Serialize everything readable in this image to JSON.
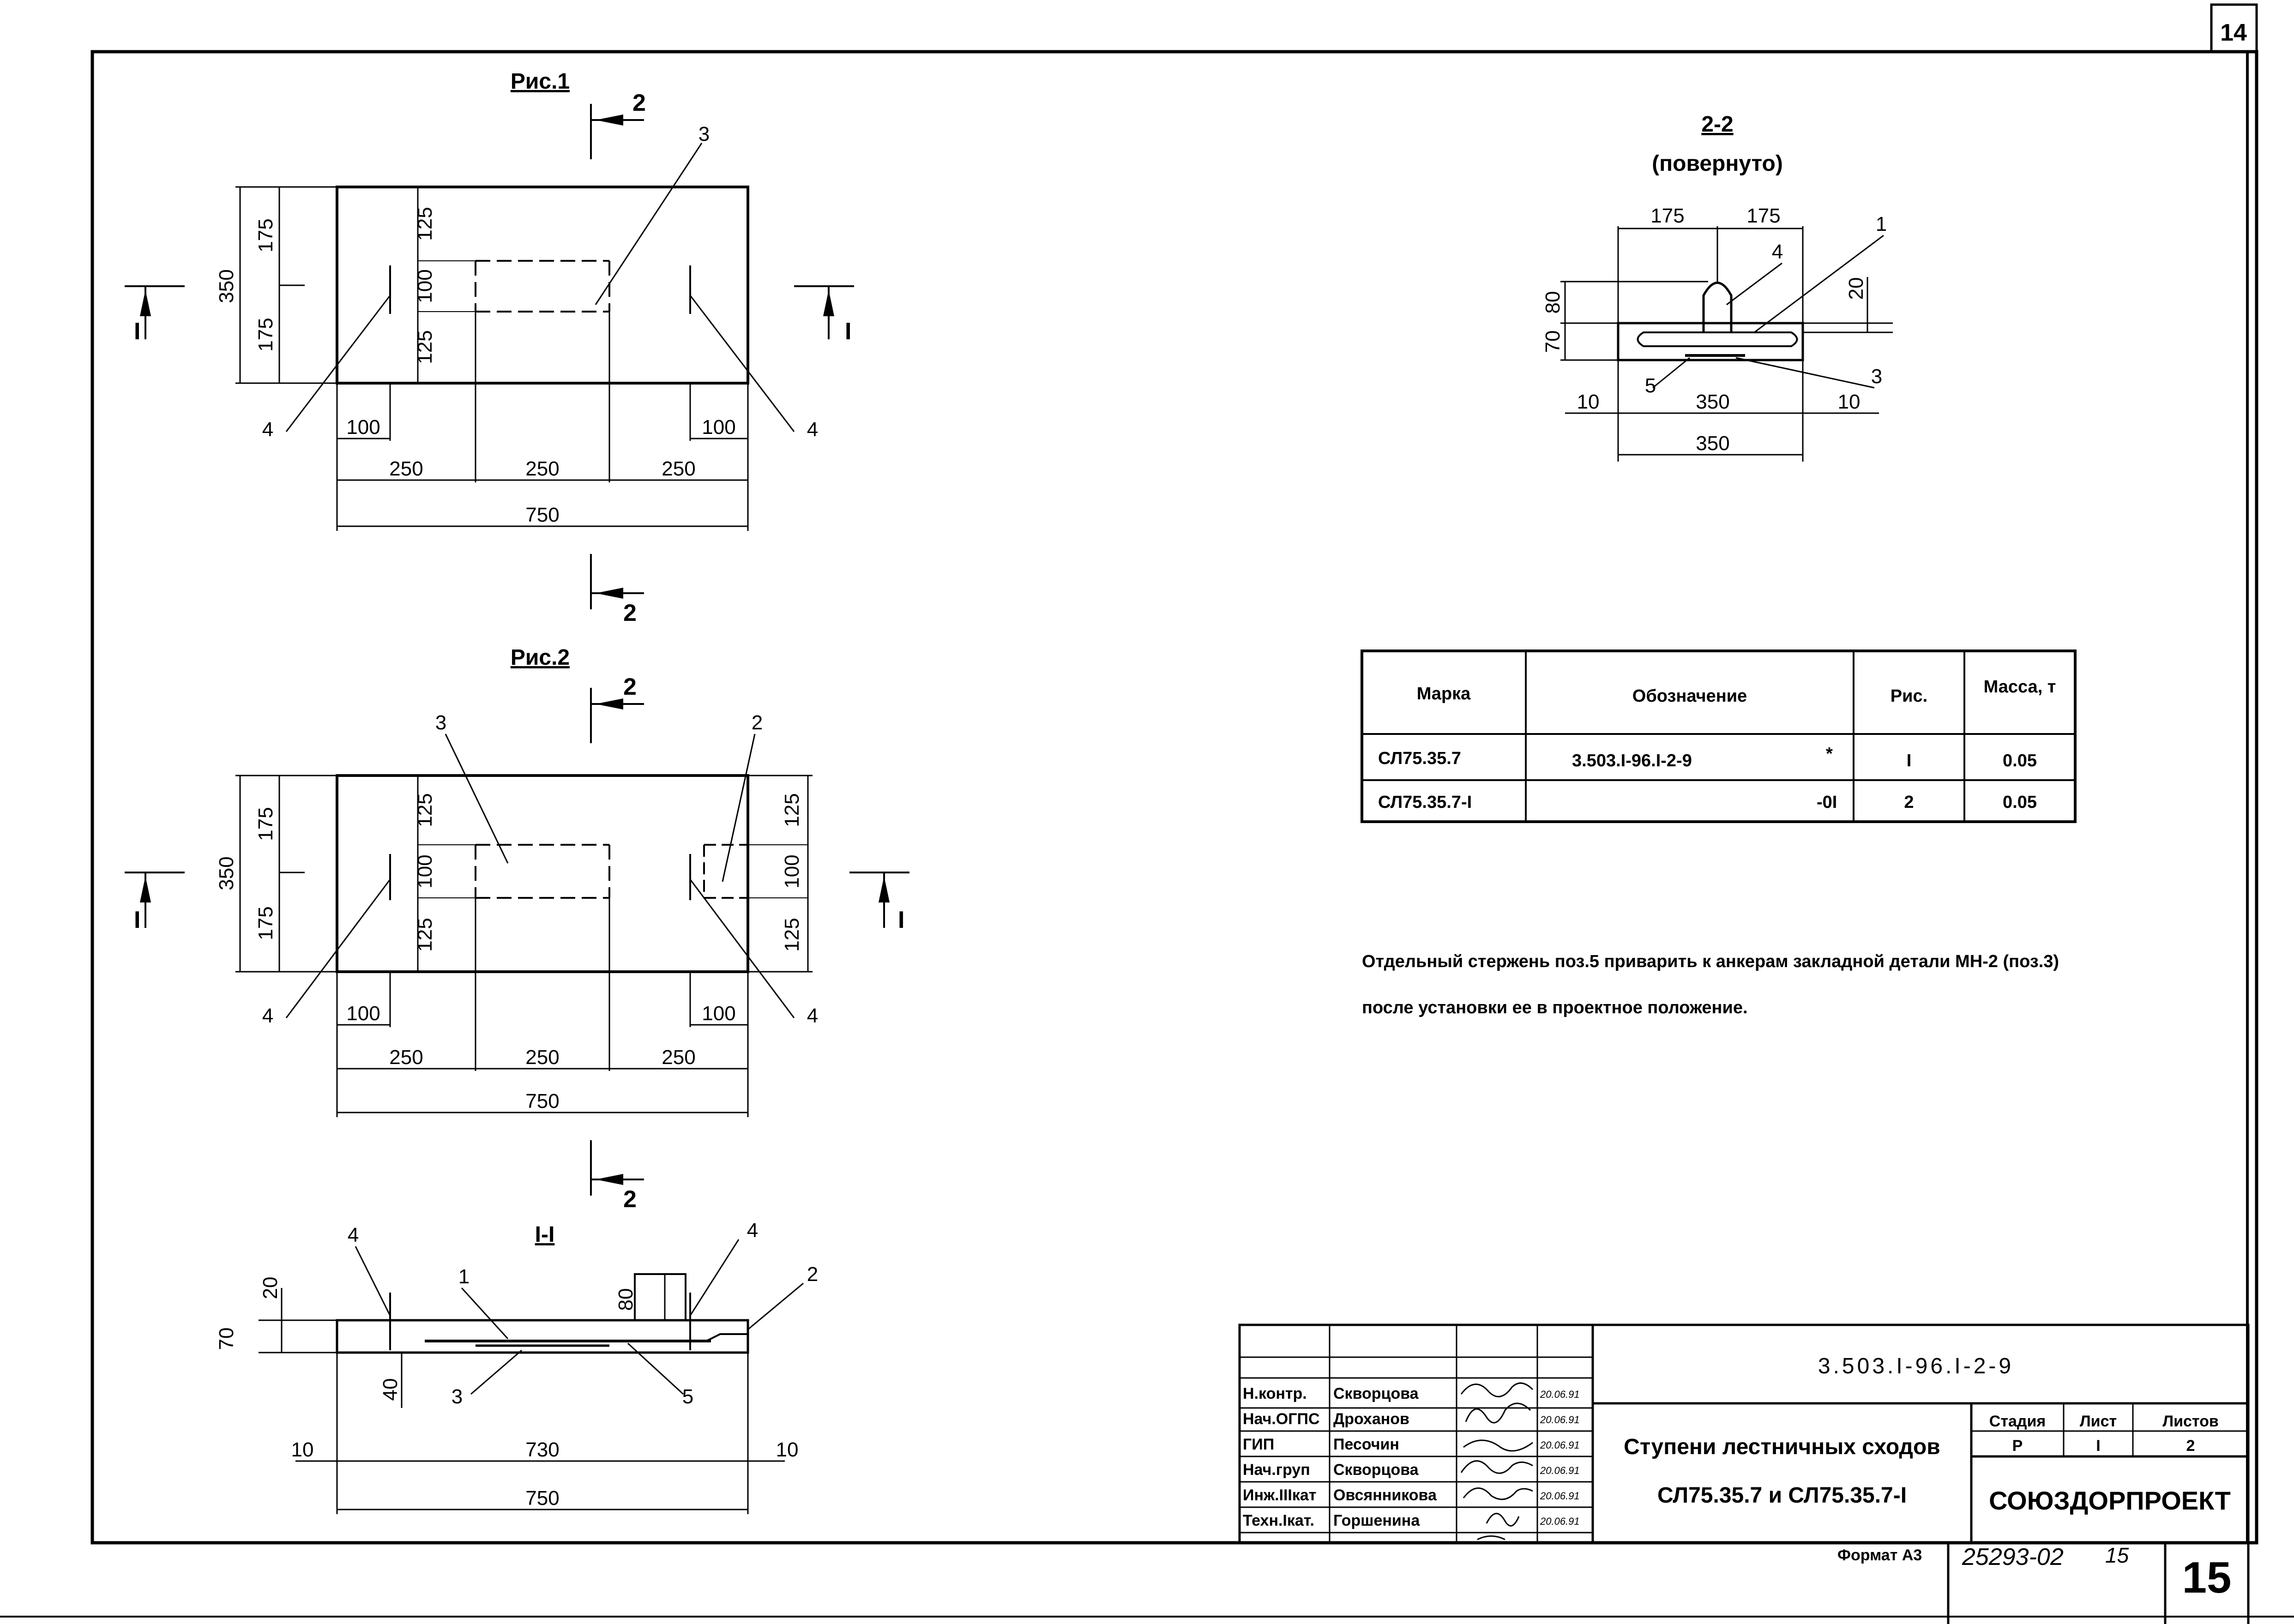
{
  "sheet": {
    "top_page_number": "14",
    "bottom_page_number": "15",
    "format_label": "Формат А3",
    "inventory_number": "25293-02",
    "inventory_sheet": "15"
  },
  "fig1": {
    "title": "Рис.1",
    "section_mark": "2",
    "side_mark": "I",
    "dims": {
      "h_total": "350",
      "h_top": "175",
      "h_bottom": "175",
      "v_a": "125",
      "v_b": "100",
      "v_c": "125",
      "left_offset": "100",
      "right_offset": "100",
      "seg1": "250",
      "seg2": "250",
      "seg3": "250",
      "total": "750"
    },
    "callouts": {
      "embedded": "3",
      "left_loop": "4",
      "right_loop": "4"
    }
  },
  "fig2": {
    "title": "Рис.2",
    "section_mark": "2",
    "side_mark": "I",
    "dims": {
      "h_total": "350",
      "h_top": "175",
      "h_bottom": "175",
      "v_a": "125",
      "v_b": "100",
      "v_c": "125",
      "r_a": "125",
      "r_b": "100",
      "r_c": "125",
      "left_offset": "100",
      "right_offset": "100",
      "seg1": "250",
      "seg2": "250",
      "seg3": "250",
      "total": "750"
    },
    "callouts": {
      "embedded": "3",
      "right_part": "2",
      "left_loop": "4",
      "right_loop": "4"
    }
  },
  "section11": {
    "title": "I-I",
    "dims": {
      "top": "20",
      "height": "70",
      "loop": "80",
      "depth": "40",
      "left": "10",
      "mid": "730",
      "right": "10",
      "total": "750"
    },
    "callouts": {
      "loop_left": "4",
      "loop_right": "4",
      "rebar": "1",
      "right_part": "2",
      "embedded": "3",
      "bar5": "5"
    }
  },
  "section22": {
    "title": "2-2",
    "subtitle": "(повернуто)",
    "dims": {
      "left": "175",
      "right": "175",
      "h80": "80",
      "h70": "70",
      "h20": "20",
      "left_gap": "10",
      "inner": "350",
      "right_gap": "10",
      "total": "350"
    },
    "callouts": {
      "rebar": "1",
      "loop": "4",
      "embedded": "3",
      "bar5": "5"
    }
  },
  "table": {
    "headers": [
      "Марка",
      "Обозначение",
      "Рис.",
      "Масса, т"
    ],
    "rows": [
      {
        "mark": "СЛ75.35.7",
        "designation": "3.503.I-96.I-2-9",
        "suffix": "*",
        "fig": "I",
        "mass": "0.05"
      },
      {
        "mark": "СЛ75.35.7-I",
        "designation": "",
        "suffix": "-0I",
        "fig": "2",
        "mass": "0.05"
      }
    ]
  },
  "note": {
    "line1": "Отдельный стержень поз.5 приварить к анкерам закладной детали МН-2 (поз.3)",
    "line2": "после установки ее в проектное положение."
  },
  "title_block": {
    "code": "3.503.I-96.I-2-9",
    "name_line1": "Ступени лестничных сходов",
    "name_line2": "СЛ75.35.7 и СЛ75.35.7-I",
    "stage_header": "Стадия",
    "sheet_header": "Лист",
    "sheets_header": "Листов",
    "stage": "Р",
    "sheet": "I",
    "sheets": "2",
    "org": "СОЮЗДОРПРОЕКТ",
    "people": [
      {
        "role": "Н.контр.",
        "name": "Скворцова",
        "date": "20.06.91"
      },
      {
        "role": "Нач.ОГПС",
        "name": "Дроханов",
        "date": "20.06.91"
      },
      {
        "role": "ГИП",
        "name": "Песочин",
        "date": "20.06.91"
      },
      {
        "role": "Нач.груп",
        "name": "Скворцова",
        "date": "20.06.91"
      },
      {
        "role": "Инж.IIIкат",
        "name": "Овсянникова",
        "date": "20.06.91"
      },
      {
        "role": "Техн.Iкат.",
        "name": "Горшенина",
        "date": "20.06.91"
      }
    ]
  }
}
